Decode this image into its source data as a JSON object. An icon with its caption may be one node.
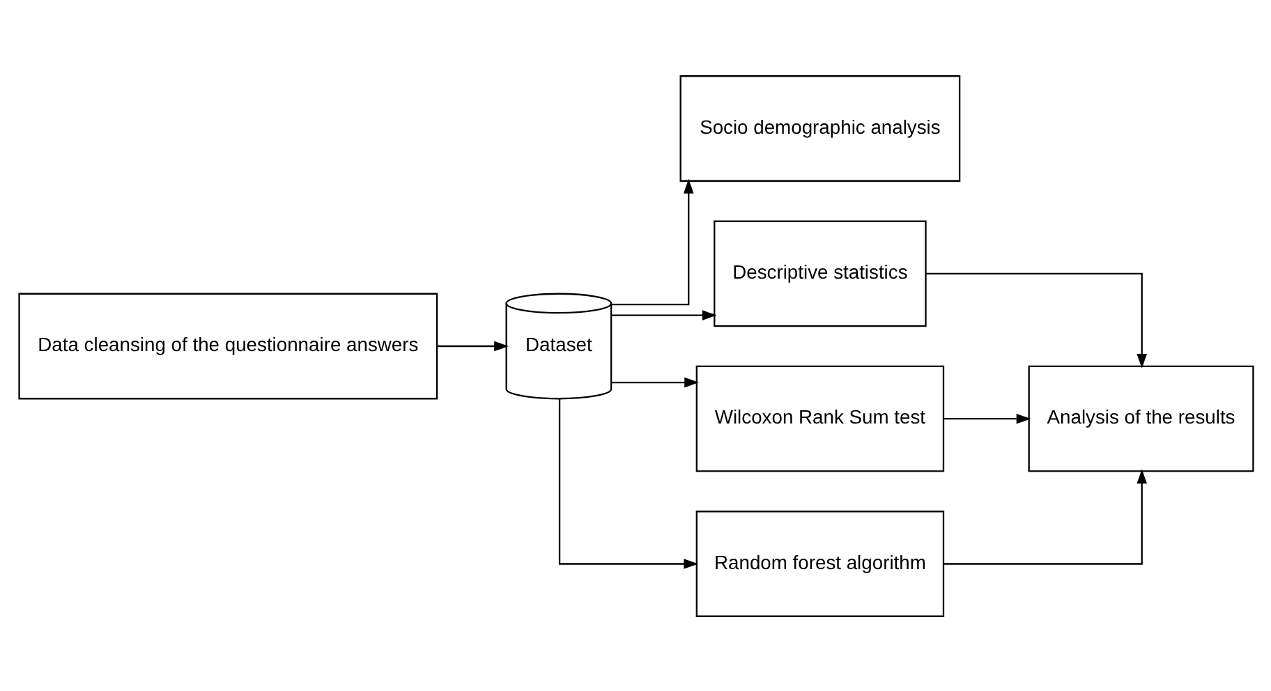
{
  "diagram": {
    "nodes": [
      {
        "text": [
          "Data cleansing of the questionnaire answers"
        ]
      },
      {
        "text": [
          "Dataset"
        ]
      },
      {
        "text": [
          "Socio demographic analysis"
        ]
      },
      {
        "text": [
          "Descriptive statistics"
        ]
      },
      {
        "text": [
          "Wilcoxon Rank Sum test"
        ]
      },
      {
        "text": [
          "Random forest algorithm"
        ]
      },
      {
        "text": [
          "Analysis of the results"
        ]
      }
    ],
    "edges": [
      {
        "from": 0,
        "to": 1,
        "arrow": "to"
      },
      {
        "from": 1,
        "to": 2,
        "arrow": "to"
      },
      {
        "from": 1,
        "to": 3,
        "arrow": "to"
      },
      {
        "from": 1,
        "to": 4,
        "arrow": "to"
      },
      {
        "from": 1,
        "to": 5,
        "arrow": "to"
      },
      {
        "from": 3,
        "to": 6,
        "arrow": "to"
      },
      {
        "from": 4,
        "to": 6,
        "arrow": "to"
      },
      {
        "from": 5,
        "to": 6,
        "arrow": "to"
      }
    ]
  }
}
